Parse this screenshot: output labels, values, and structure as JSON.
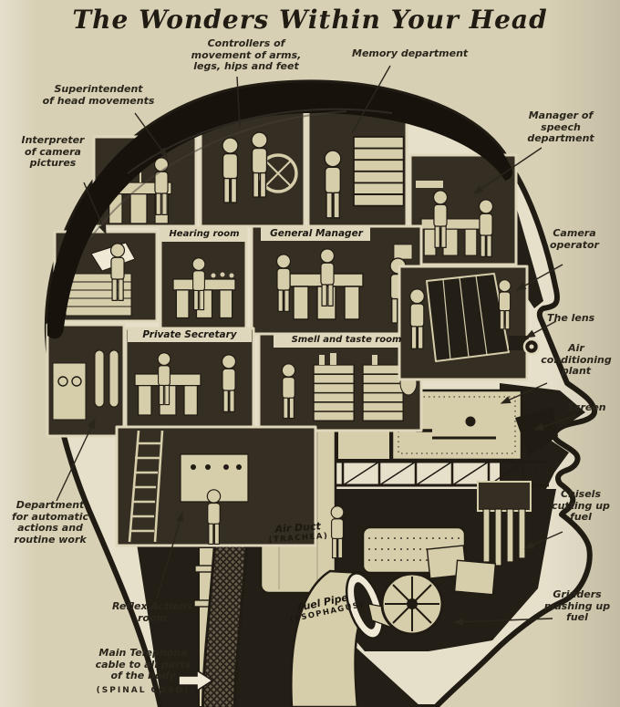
{
  "title": "The Wonders Within Your Head",
  "colors": {
    "paper": "#d7d0b5",
    "paper_light": "#e4dfcb",
    "skin": "#e6e0cb",
    "ink": "#201b13",
    "hair": "#17130c",
    "room": "#352e22",
    "room_dark": "#231e16",
    "furn": "#d6cdaa",
    "text": "#2b261c",
    "band": "#ded7bc",
    "cable": "#665d4b",
    "white": "#efe9d6"
  },
  "callouts": {
    "superintendent": "Superintendent\nof head movements",
    "controllers": "Controllers of\nmovement of arms,\nlegs, hips and feet",
    "memory": "Memory department",
    "speech": "Manager of\nspeech\ndepartment",
    "interpreter": "Interpreter\nof camera\npictures",
    "camera_operator": "Camera\noperator",
    "lens": "The lens",
    "air_conditioning": "Air\nconditioning\nplant",
    "screen": "Screen",
    "chisels": "Chisels\ncutting up\nfuel",
    "grinders": "Grinders\nmashing up\nfuel",
    "automatic": "Department\nfor automatic\nactions and\nroutine work",
    "reflex": "Reflex Actions\nroom",
    "telephone": "Main Telephone\ncable to all parts\nof the body",
    "telephone_sub": "(SPINAL CORD)"
  },
  "room_labels": {
    "hearing": "Hearing room",
    "general_manager": "General Manager",
    "private_secretary": "Private Secretary",
    "smell_taste": "Smell and taste room",
    "air_duct": "Air Duct",
    "air_duct_sub": "(TRACHEA)",
    "fuel_pipe": "Fuel Pipe",
    "fuel_pipe_sub": "(ESOPHAGUS)"
  }
}
